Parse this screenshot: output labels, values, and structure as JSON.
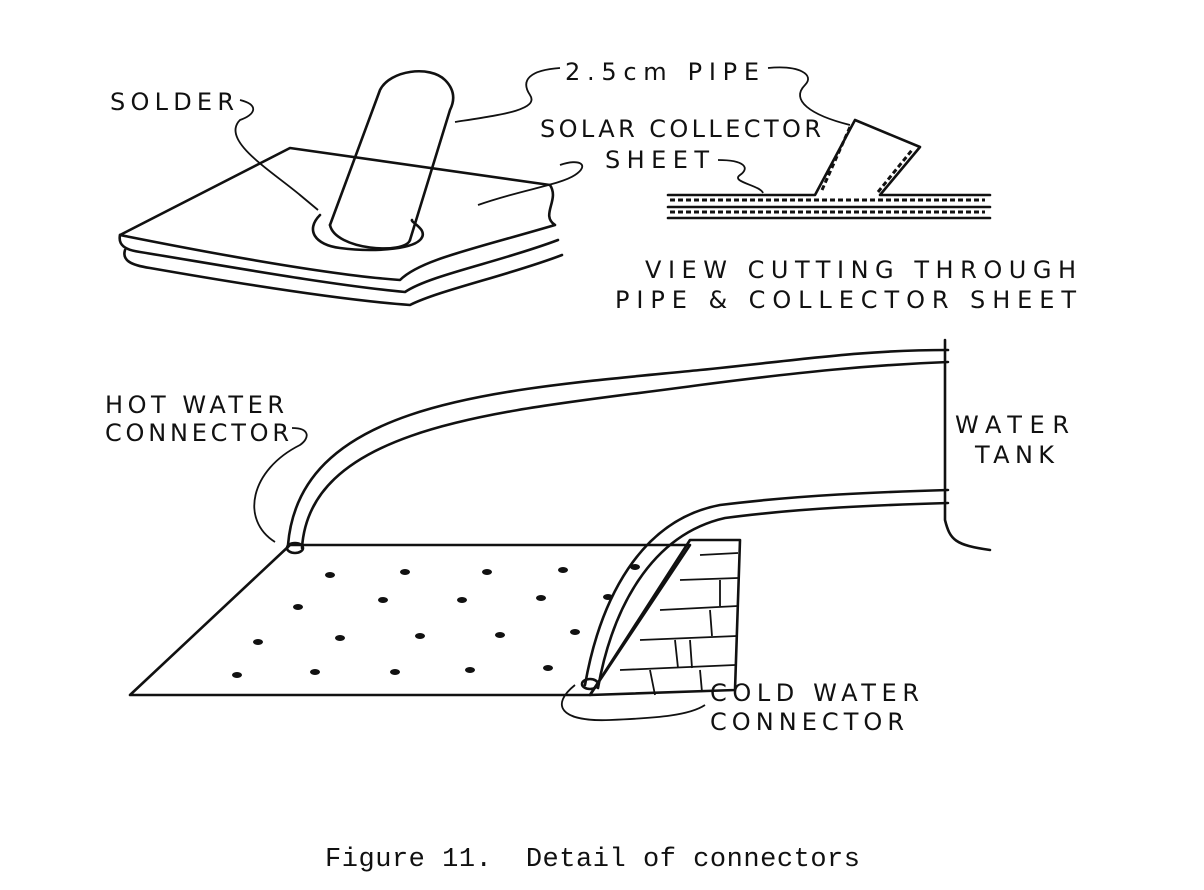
{
  "labels": {
    "pipe": "2.5cm PIPE",
    "solder": "SOLDER",
    "solar_collector": "SOLAR COLLECTOR",
    "sheet": "SHEET",
    "view_line1": "VIEW CUTTING THROUGH",
    "view_line2": "PIPE & COLLECTOR SHEET",
    "hot_line1": "HOT WATER",
    "hot_line2": "CONNECTOR",
    "tank_line1": "WATER",
    "tank_line2": "TANK",
    "cold_line1": "COLD WATER",
    "cold_line2": "CONNECTOR"
  },
  "caption": "Figure 11.  Detail of connectors"
}
